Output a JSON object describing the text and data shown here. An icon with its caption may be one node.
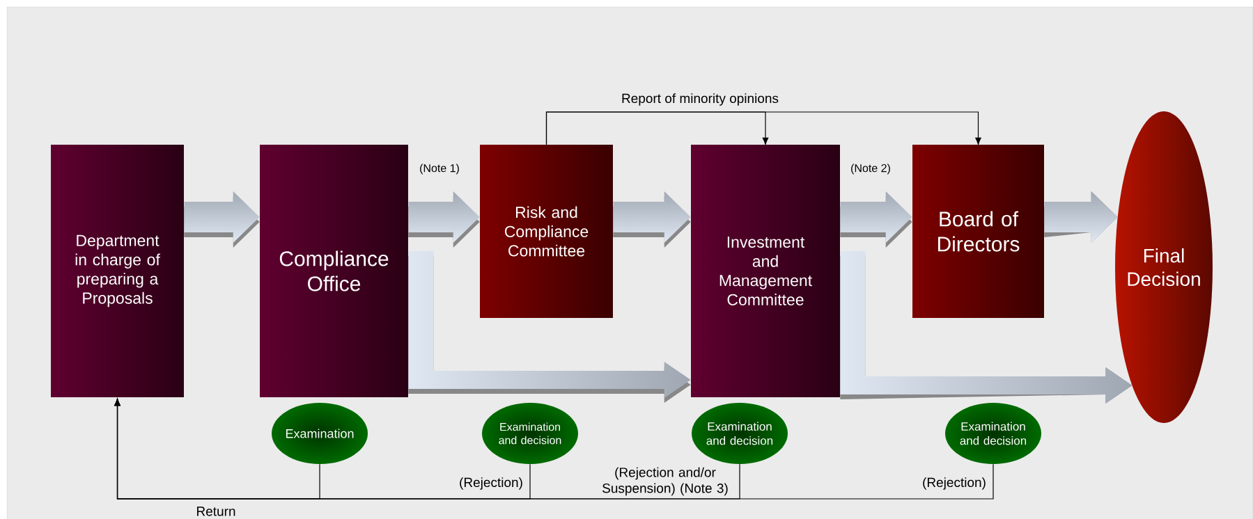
{
  "diagram": {
    "nodes": [
      {
        "text": [
          "Department in charge of preparing a Proposals"
        ]
      },
      {
        "text": [
          "Compliance Office"
        ]
      },
      {
        "text": [
          "Risk and Compliance Committee"
        ]
      },
      {
        "text": [
          "Investment and Management Committee"
        ]
      },
      {
        "text": [
          "Board of Directors"
        ]
      },
      {
        "text": [
          "Final Decision"
        ]
      },
      {
        "text": [
          "Examination"
        ]
      },
      {
        "text": [
          "Examination and decision"
        ]
      },
      {
        "text": [
          "Examination and decision"
        ]
      },
      {
        "text": [
          "Examination and decision"
        ]
      }
    ],
    "edges": [
      {
        "from": 0,
        "to": 1,
        "arrow": "to",
        "style": "thick"
      },
      {
        "from": 1,
        "to": 2,
        "arrow": "to",
        "style": "thick",
        "label": "(Note 1)"
      },
      {
        "from": 2,
        "to": 3,
        "arrow": "to",
        "style": "thick"
      },
      {
        "from": 3,
        "to": 4,
        "arrow": "to",
        "style": "thick",
        "label": "(Note 2)"
      },
      {
        "from": 4,
        "to": 5,
        "arrow": "to",
        "style": "thick"
      },
      {
        "from": 1,
        "to": 3,
        "arrow": "to",
        "style": "thick"
      },
      {
        "from": 3,
        "to": 5,
        "arrow": "to",
        "style": "thick"
      },
      {
        "from": 2,
        "to": 3,
        "arrow": "to",
        "label": "Report of minority opinions"
      },
      {
        "from": 2,
        "to": 4,
        "arrow": "to"
      },
      {
        "from": 6,
        "to": 0,
        "arrow": "to",
        "label": "Return"
      },
      {
        "from": 7,
        "to": 0,
        "arrow": "to",
        "label": "(Rejection)"
      },
      {
        "from": 8,
        "to": 0,
        "arrow": "to",
        "label": "(Rejection and/or Suspension) (Note 3)"
      },
      {
        "from": 9,
        "to": 0,
        "arrow": "to",
        "label": "(Rejection)"
      }
    ]
  }
}
